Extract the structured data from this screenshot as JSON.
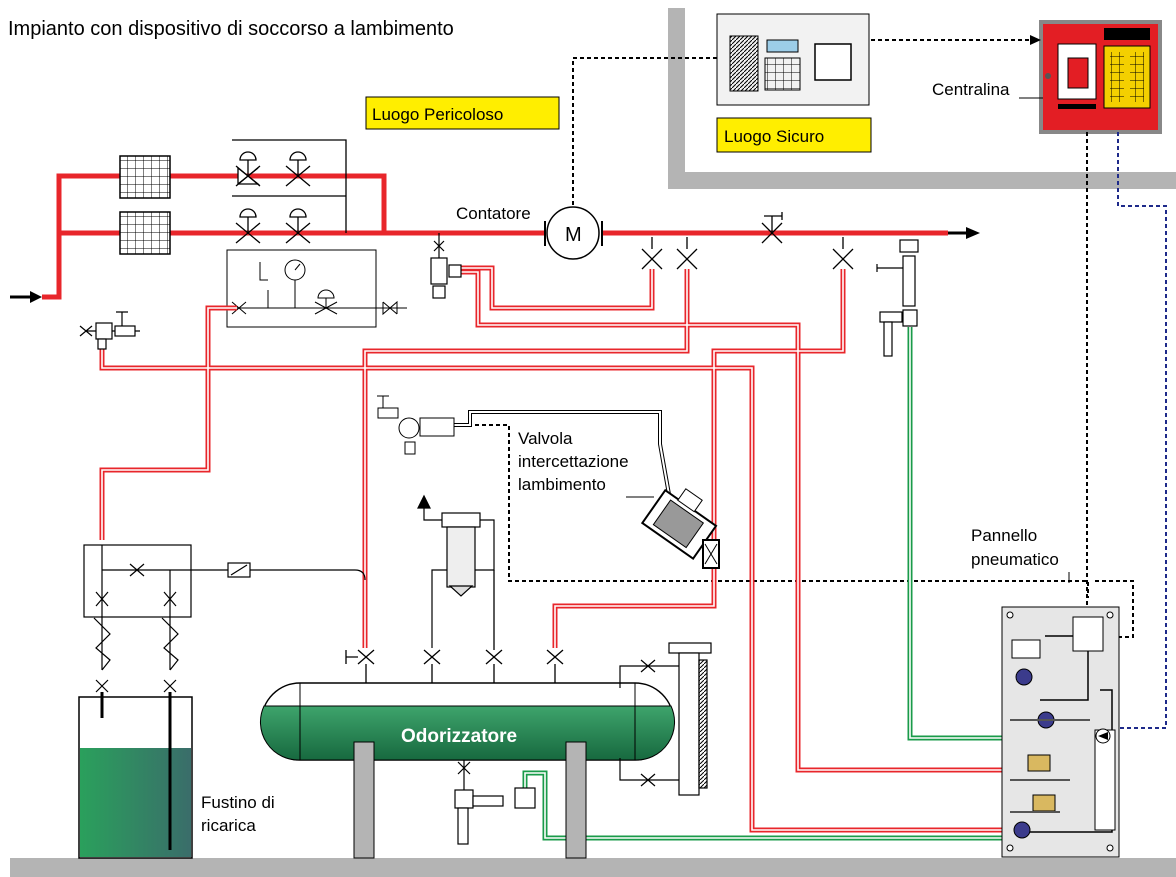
{
  "diagram": {
    "title": "Impianto con dispositivo di soccorso a lambimento",
    "zones": {
      "hazardous": "Luogo Pericoloso",
      "safe": "Luogo Sicuro"
    },
    "labels": {
      "controller": "Centralina",
      "meter": "Contatore",
      "meter_symbol": "M",
      "valve_line1": "Valvola",
      "valve_line2": "intercettazione",
      "valve_line3": "lambimento",
      "panel_line1": "Pannello",
      "panel_line2": "pneumatico",
      "odorizer": "Odorizzatore",
      "drum_line1": "Fustino di",
      "drum_line2": "ricarica"
    }
  },
  "colors": {
    "gas_line": "#e8262b",
    "odorant_line": "#1a9b4a",
    "odorizer_fill": "#1f7a4c",
    "zone_highlight": "#ffee00",
    "wall": "#b4b4b4",
    "signal_line": "#000000",
    "signal_line_blue": "#1e2a8a"
  }
}
